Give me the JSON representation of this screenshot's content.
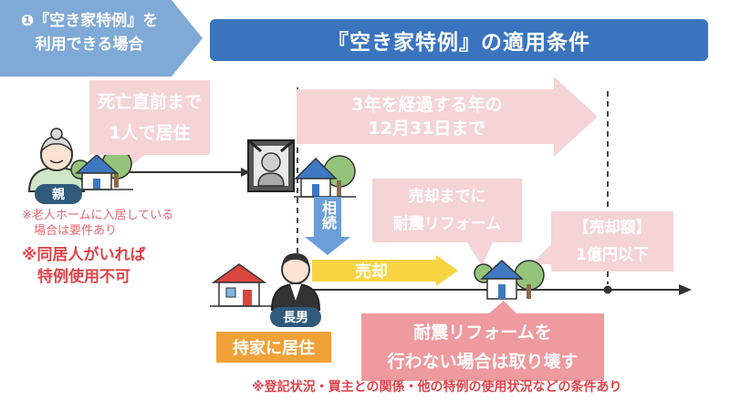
{
  "header": {
    "step_line1": "❶『空き家特例』を",
    "step_line2": "利用できる場合",
    "title": "『空き家特例』の適用条件"
  },
  "parent": {
    "callout_line1": "死亡直前まで",
    "callout_line2": "1人で居住",
    "tag": "親",
    "note_line1": "※老人ホームに入居している",
    "note_line2": "　場合は要件あり",
    "warning_line1": "※同居人がいれば",
    "warning_line2": "　特例使用不可"
  },
  "deadline": {
    "line1": "3年を経過する年の",
    "line2": "12月31日まで"
  },
  "inherit_label": "相続",
  "reform": {
    "line1": "売却までに",
    "line2": "耐震リフォーム"
  },
  "price": {
    "line1": "【売却額】",
    "line2": "1億円以下"
  },
  "sale_label": "売却",
  "son": {
    "tag": "長男",
    "home_label": "持家に居住"
  },
  "demolish": {
    "line1": "耐震リフォームを",
    "line2": "行わない場合は取り壊す"
  },
  "footnote": "※登記状況・買主との関係・他の特例の使用状況などの条件あり",
  "colors": {
    "accent_blue": "#3a74bf",
    "light_blue": "#7fa9d6",
    "callout_pink": "#f4d4d6",
    "demolish_pink": "#ee9a9e",
    "warning_red": "#e0424a",
    "sale_yellow": "#f8d442",
    "home_orange": "#f0a238",
    "tag_navy": "#2f5a7a"
  }
}
